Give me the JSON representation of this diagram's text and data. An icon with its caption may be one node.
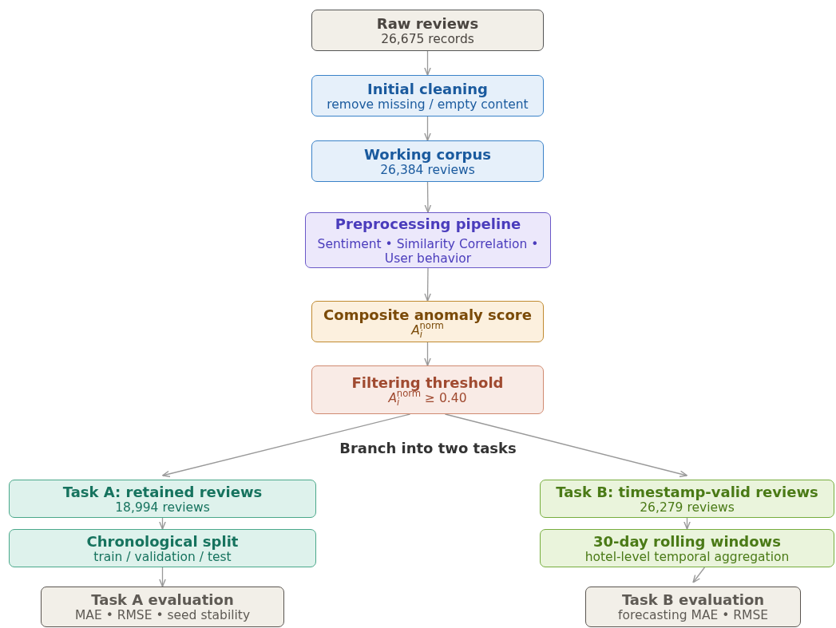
{
  "diagram": {
    "nodes": [
      {
        "text": [
          "Raw reviews",
          "26,675 records"
        ]
      },
      {
        "text": [
          "Initial cleaning",
          "remove missing / empty content"
        ]
      },
      {
        "text": [
          "Working corpus",
          "26,384 reviews"
        ]
      },
      {
        "text": [
          "Preprocessing pipeline",
          "Sentiment • Similarity Correlation • User behavior"
        ]
      },
      {
        "text": [
          "Composite anomaly score",
          "*A*$_{i}$$^{norm}$"
        ]
      },
      {
        "text": [
          "Filtering threshold",
          "*A*$_{i}$$^{norm}$ ≥ 0.40"
        ]
      },
      {
        "text": [
          "Task A: retained reviews",
          "18,994 reviews"
        ]
      },
      {
        "text": [
          "Chronological split",
          "train / validation / test"
        ]
      },
      {
        "text": [
          "Task A evaluation",
          "MAE • RMSE • seed stability"
        ]
      },
      {
        "text": [
          "Task B: timestamp-valid reviews",
          "26,279 reviews"
        ]
      },
      {
        "text": [
          "30-day rolling windows",
          "hotel-level temporal aggregation"
        ]
      },
      {
        "text": [
          "Task B evaluation",
          "forecasting MAE • RMSE"
        ]
      }
    ],
    "edges": [
      {
        "from": 0,
        "to": 1,
        "arrow": "to"
      },
      {
        "from": 1,
        "to": 2,
        "arrow": "to"
      },
      {
        "from": 2,
        "to": 3,
        "arrow": "to"
      },
      {
        "from": 3,
        "to": 4,
        "arrow": "to"
      },
      {
        "from": 4,
        "to": 5,
        "arrow": "to"
      },
      {
        "from": 5,
        "to": 6,
        "arrow": "to"
      },
      {
        "from": 5,
        "to": 9,
        "arrow": "to"
      },
      {
        "from": 6,
        "to": 7,
        "arrow": "to"
      },
      {
        "from": 7,
        "to": 8,
        "arrow": "to"
      },
      {
        "from": 9,
        "to": 10,
        "arrow": "to"
      },
      {
        "from": 10,
        "to": 11,
        "arrow": "to"
      }
    ],
    "labels": [
      "Branch into two tasks"
    ]
  }
}
